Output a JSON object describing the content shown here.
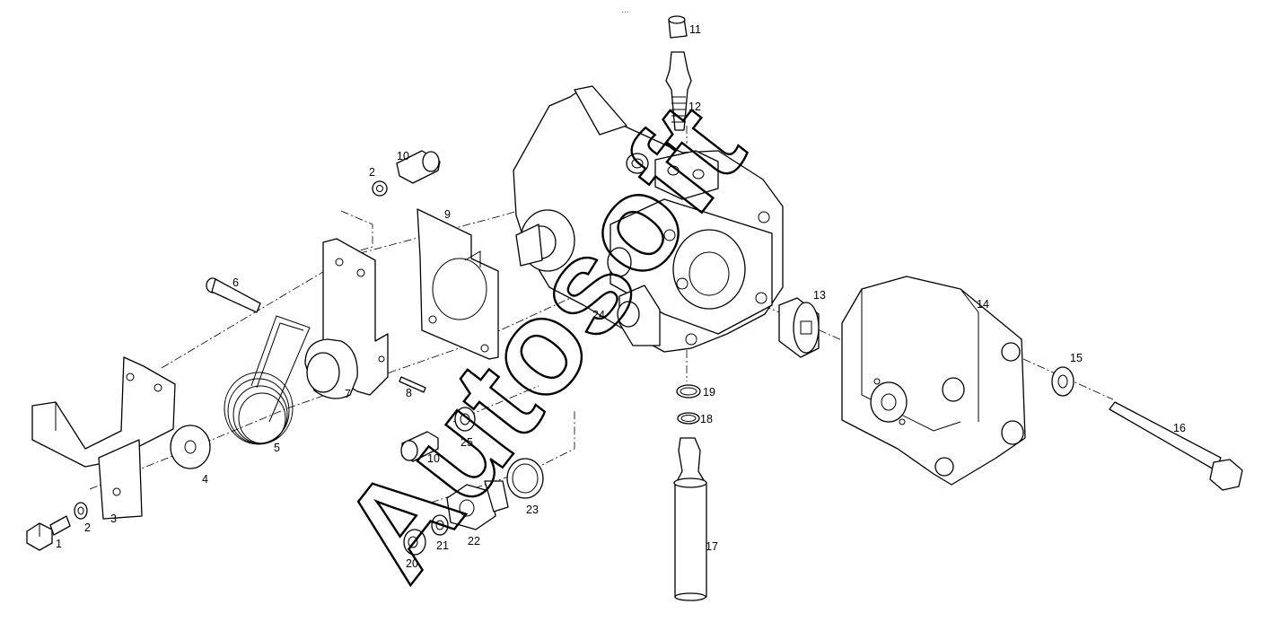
{
  "watermark": "Autosoft",
  "menu_glyph": "…",
  "parts": [
    {
      "id": "1",
      "label": "1"
    },
    {
      "id": "2a",
      "label": "2"
    },
    {
      "id": "2b",
      "label": "2"
    },
    {
      "id": "3",
      "label": "3"
    },
    {
      "id": "4",
      "label": "4"
    },
    {
      "id": "5",
      "label": "5"
    },
    {
      "id": "6",
      "label": "6"
    },
    {
      "id": "7",
      "label": "7"
    },
    {
      "id": "8",
      "label": "8"
    },
    {
      "id": "9",
      "label": "9"
    },
    {
      "id": "10a",
      "label": "10"
    },
    {
      "id": "10b",
      "label": "10"
    },
    {
      "id": "11",
      "label": "11"
    },
    {
      "id": "12",
      "label": "12"
    },
    {
      "id": "13",
      "label": "13"
    },
    {
      "id": "14",
      "label": "14"
    },
    {
      "id": "15",
      "label": "15"
    },
    {
      "id": "16",
      "label": "16"
    },
    {
      "id": "17",
      "label": "17"
    },
    {
      "id": "18",
      "label": "18"
    },
    {
      "id": "19",
      "label": "19"
    },
    {
      "id": "20",
      "label": "20"
    },
    {
      "id": "21",
      "label": "21"
    },
    {
      "id": "22",
      "label": "22"
    },
    {
      "id": "23",
      "label": "23"
    },
    {
      "id": "24",
      "label": "24"
    },
    {
      "id": "25",
      "label": "25"
    }
  ]
}
